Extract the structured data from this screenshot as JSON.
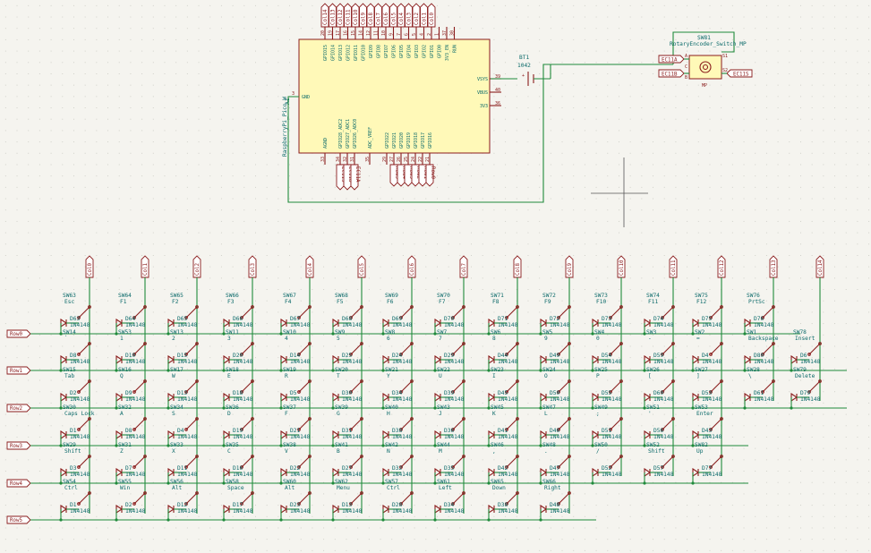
{
  "mcu": {
    "name": "RaspberryPi_Pico_W",
    "ref": "A1",
    "top_pins": [
      "GPIO15",
      "GPIO14",
      "GPIO13",
      "GPIO12",
      "GPIO11",
      "GPIO10",
      "GPIO9",
      "GPIO8",
      "GPIO7",
      "GPIO6",
      "GPIO5",
      "GPIO4",
      "GPIO3",
      "GPIO2",
      "GPIO1",
      "GPIO0",
      "3V3_EN",
      "RUN"
    ],
    "top_pin_nums": [
      "20",
      "19",
      "17",
      "16",
      "15",
      "14",
      "12",
      "11",
      "10",
      "9",
      "7",
      "6",
      "5",
      "4",
      "2",
      "1",
      "37",
      "30"
    ],
    "top_labels": [
      "Col14",
      "Col13",
      "Col12",
      "Col11",
      "Col10",
      "Col9",
      "Col8",
      "Col7",
      "Col6",
      "Col5",
      "Col4",
      "Col3",
      "Col2",
      "Col1",
      "Col0",
      ""
    ],
    "right_pins": [
      "VSYS",
      "VBUS",
      "3V3"
    ],
    "right_pin_nums": [
      "39",
      "40",
      "36"
    ],
    "left_pins": [
      "GND"
    ],
    "left_pin_nums": [
      "3"
    ],
    "bottom_pins": [
      "AGND",
      "GPIO28_ADC2",
      "GPIO27_ADC1",
      "GPIO26_ADC0",
      "ADC_VREF",
      "GPIO22",
      "GPIO21",
      "GPIO20",
      "GPIO19",
      "GPIO18",
      "GPIO17",
      "GPIO16"
    ],
    "bottom_pin_nums": [
      "33",
      "34",
      "32",
      "31",
      "35",
      "29",
      "27",
      "26",
      "25",
      "24",
      "22",
      "21"
    ],
    "bottom_labels_enc": [
      "EC11S",
      "EC11B",
      "EC11A"
    ],
    "bottom_labels_rows": [
      "Row5",
      "Row4",
      "Row3",
      "Row2",
      "Row1",
      "Row0"
    ]
  },
  "battery": {
    "ref": "BT1",
    "value": "1042",
    "plus": "+"
  },
  "encoder": {
    "ref": "SW81",
    "value": "RotaryEncoder_Switch_MP",
    "labels": [
      "EC11A",
      "EC11B",
      "EC11S"
    ],
    "pins": [
      "A",
      "C",
      "B",
      "S1",
      "S2",
      "MP"
    ]
  },
  "matrix": {
    "col_labels": [
      "Col0",
      "Col1",
      "Col2",
      "Col3",
      "Col4",
      "Col5",
      "Col6",
      "Col7",
      "Col8",
      "Col9",
      "Col10",
      "Col11",
      "Col12",
      "Col13",
      "Col14"
    ],
    "row_labels": [
      "Row0",
      "Row1",
      "Row2",
      "Row3",
      "Row4",
      "Row5"
    ],
    "diode_value": "1N4148",
    "rows": [
      [
        [
          "SW63",
          "Esc",
          "D63"
        ],
        [
          "SW64",
          "F1",
          "D64"
        ],
        [
          "SW65",
          "F2",
          "D65"
        ],
        [
          "SW66",
          "F3",
          "D66"
        ],
        [
          "SW67",
          "F4",
          "D67"
        ],
        [
          "SW68",
          "F5",
          "D68"
        ],
        [
          "SW69",
          "F6",
          "D69"
        ],
        [
          "SW70",
          "F7",
          "D70"
        ],
        [
          "SW71",
          "F8",
          "D71"
        ],
        [
          "SW72",
          "F9",
          "D72"
        ],
        [
          "SW73",
          "F10",
          "D73"
        ],
        [
          "SW74",
          "F11",
          "D74"
        ],
        [
          "SW75",
          "F12",
          "D75"
        ],
        [
          "SW76",
          "PrtSc",
          "D76"
        ]
      ],
      [
        [
          "SW14",
          "`",
          "D8"
        ],
        [
          "SW53",
          "1",
          "D10"
        ],
        [
          "SW13",
          "2",
          "D15"
        ],
        [
          "SW11",
          "3",
          "D20"
        ],
        [
          "SW10",
          "4",
          "D14"
        ],
        [
          "SW9",
          "5",
          "D25"
        ],
        [
          "SW8",
          "6",
          "D24"
        ],
        [
          "SW7",
          "7",
          "D29"
        ],
        [
          "SW6",
          "8",
          "D44"
        ],
        [
          "SW5",
          "9",
          "D49"
        ],
        [
          "SW4",
          "0",
          "D54"
        ],
        [
          "SW3",
          "-",
          "D59"
        ],
        [
          "SW2",
          "=",
          "D4"
        ],
        [
          "SW1",
          "Backspace",
          "D80"
        ],
        [
          "SW78",
          "Insert",
          "D6"
        ]
      ],
      [
        [
          "SW15",
          "Tab",
          "D2"
        ],
        [
          "SW16",
          "Q",
          "D9"
        ],
        [
          "SW17",
          "W",
          "D13"
        ],
        [
          "SW18",
          "E",
          "D18"
        ],
        [
          "SW19",
          "R",
          "D5"
        ],
        [
          "SW20",
          "T",
          "D30"
        ],
        [
          "SW21",
          "Y",
          "D34"
        ],
        [
          "SW22",
          "U",
          "D39"
        ],
        [
          "SW23",
          "I",
          "D45"
        ],
        [
          "SW24",
          "O",
          "D50"
        ],
        [
          "SW25",
          "P",
          "D55"
        ],
        [
          "SW26",
          "[",
          "D60"
        ],
        [
          "SW27",
          "]",
          "D53"
        ],
        [
          "SW28",
          "\\",
          "D61"
        ],
        [
          "SW79",
          "Delete",
          "D79"
        ]
      ],
      [
        [
          "SW30",
          "Caps Lock",
          "D1"
        ],
        [
          "SW32",
          "A",
          "D8"
        ],
        [
          "SW34",
          "S",
          "D4"
        ],
        [
          "SW36",
          "D",
          "D19"
        ],
        [
          "SW37",
          "F",
          "D21"
        ],
        [
          "SW39",
          "G",
          "D31"
        ],
        [
          "SW40",
          "H",
          "D38"
        ],
        [
          "SW43",
          "J",
          "D36"
        ],
        [
          "SW45",
          "K",
          "D41"
        ],
        [
          "SW47",
          "L",
          "D46"
        ],
        [
          "SW49",
          ";",
          "D51"
        ],
        [
          "SW51",
          "'",
          "D56"
        ],
        [
          "SW53",
          "Enter",
          "D43"
        ]
      ],
      [
        [
          "SW29",
          "Shift",
          "D3"
        ],
        [
          "SW31",
          "Z",
          "D7"
        ],
        [
          "SW33",
          "X",
          "D11"
        ],
        [
          "SW35",
          "C",
          "D16"
        ],
        [
          "SW38",
          "V",
          "D22"
        ],
        [
          "SW41",
          "B",
          "D27"
        ],
        [
          "SW42",
          "N",
          "D32"
        ],
        [
          "SW44",
          "M",
          "D35"
        ],
        [
          "SW46",
          ",",
          "D42"
        ],
        [
          "SW48",
          ".",
          "D47"
        ],
        [
          "SW50",
          "/",
          "D52"
        ],
        [
          "SW52",
          "Shift",
          "D57"
        ],
        [
          "SW82",
          "Up",
          "D77"
        ]
      ],
      [
        [
          "SW54",
          "Ctrl",
          "D1"
        ],
        [
          "SW55",
          "Win",
          "D2"
        ],
        [
          "SW56",
          "Alt",
          "D12"
        ],
        [
          "SW58",
          "Space",
          "D17"
        ],
        [
          "SW60",
          "Alt",
          "D23"
        ],
        [
          "SW62",
          "Menu",
          "D13"
        ],
        [
          "SW57",
          "Ctrl",
          "D28"
        ],
        [
          "SW61",
          "Left",
          "D34"
        ],
        [
          "SW65",
          "Down",
          "D38"
        ],
        [
          "SW66",
          "Right",
          "D48"
        ]
      ]
    ]
  }
}
